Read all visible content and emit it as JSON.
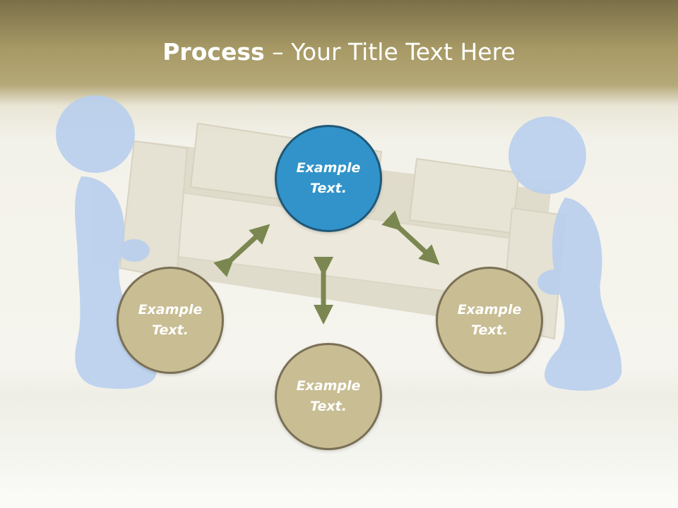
{
  "title": {
    "bold": "Process",
    "rest": " – Your Title Text Here"
  },
  "nodes": {
    "center": "Example Text.",
    "left": "Example Text.",
    "right": "Example Text.",
    "bottom": "Example Text."
  },
  "colors": {
    "header": "#a79a66",
    "center_circle": "#3193c9",
    "outer_circle": "#c8bd93",
    "arrow": "#7b8750",
    "figure": "#b8cfee"
  }
}
